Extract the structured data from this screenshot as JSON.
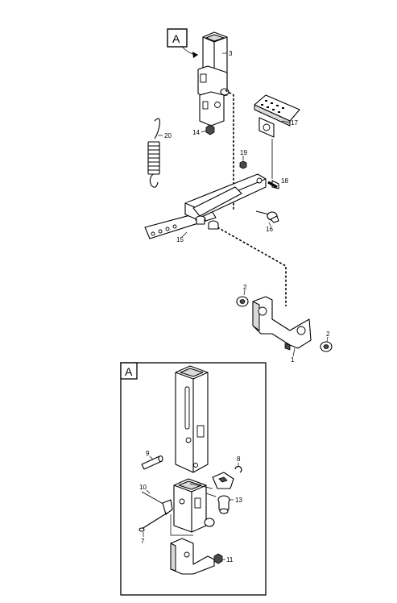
{
  "callouts": {
    "detail_tag": "A",
    "inset_tag": "A",
    "p1": "1",
    "p2a": "2",
    "p2b": "2",
    "p3": "3",
    "p7": "7",
    "p8": "8",
    "p9": "9",
    "p10": "10",
    "p11": "11",
    "p13": "13",
    "p14": "14",
    "p15": "15",
    "p16": "16",
    "p17": "17",
    "p18": "18",
    "p19": "19",
    "p20": "20"
  }
}
